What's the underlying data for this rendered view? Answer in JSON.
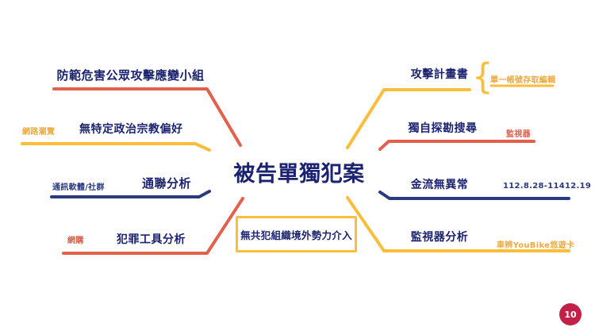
{
  "slide": {
    "background": "#ffffff",
    "page_badge": {
      "number": "10",
      "color": "#c22047",
      "text_color": "#ffffff"
    }
  },
  "colors": {
    "navy": "#1b2370",
    "red": "#e2614d",
    "yellow": "#fbbe3c",
    "blue": "#2a3a80",
    "note_yellow": "#efa93f",
    "note_red": "#d95f4c"
  },
  "center": {
    "title": "被告單獨犯案",
    "callout_box_label": "無共犯組織境外勢力介入"
  },
  "left_branches": [
    {
      "label": "防範危害公眾攻擊應變小組",
      "note": "",
      "color": "red"
    },
    {
      "label": "無特定政治宗教偏好",
      "note": "網路瀏覽",
      "color": "yellow"
    },
    {
      "label": "通聯分析",
      "note": "通訊軟體/社群",
      "color": "blue"
    },
    {
      "label": "犯罪工具分析",
      "note": "網購",
      "color": "red"
    }
  ],
  "right_branches": [
    {
      "label": "攻擊計畫書",
      "note": "單一帳號存取編輯",
      "color": "yellow",
      "brace": "{"
    },
    {
      "label": "獨自探勘搜尋",
      "note": "監視器",
      "color": "red"
    },
    {
      "label": "金流無異常",
      "note": "112.8.28-11412.19",
      "color": "blue"
    },
    {
      "label": "監視器分析",
      "note": "車辨YouBike悠遊卡",
      "color": "yellow"
    }
  ]
}
